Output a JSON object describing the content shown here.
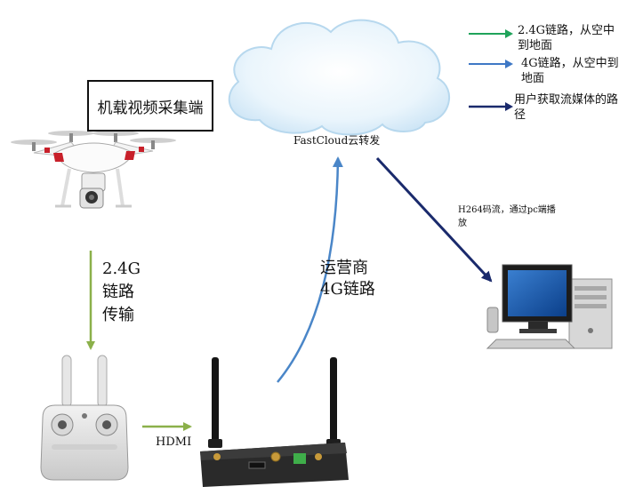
{
  "box": {
    "label": "机载视频采集端"
  },
  "cloud": {
    "label": "FastCloud云转发"
  },
  "legend": [
    {
      "text": "2.4G链路，从空中到地面",
      "color": "#1fa35a",
      "icon": "arrow-right-icon"
    },
    {
      "text": "4G链路，从空中到地面",
      "color": "#3e78c5",
      "icon": "arrow-right-icon"
    },
    {
      "text": "用户获取流媒体的路径",
      "color": "#1a2a6c",
      "icon": "arrow-right-icon"
    }
  ],
  "links": {
    "downlink_lines": [
      "2.4G",
      "链路",
      "传输"
    ],
    "downlink_color": "#8bb04a",
    "operator_lines": [
      "运营商",
      "4G链路"
    ],
    "operator_color": "#4a86c8",
    "stream_text": "H264码流，通过pc端播放",
    "stream_color": "#1a2a6c",
    "hdmi_text": "HDMI",
    "hdmi_color": "#8bb04a"
  }
}
